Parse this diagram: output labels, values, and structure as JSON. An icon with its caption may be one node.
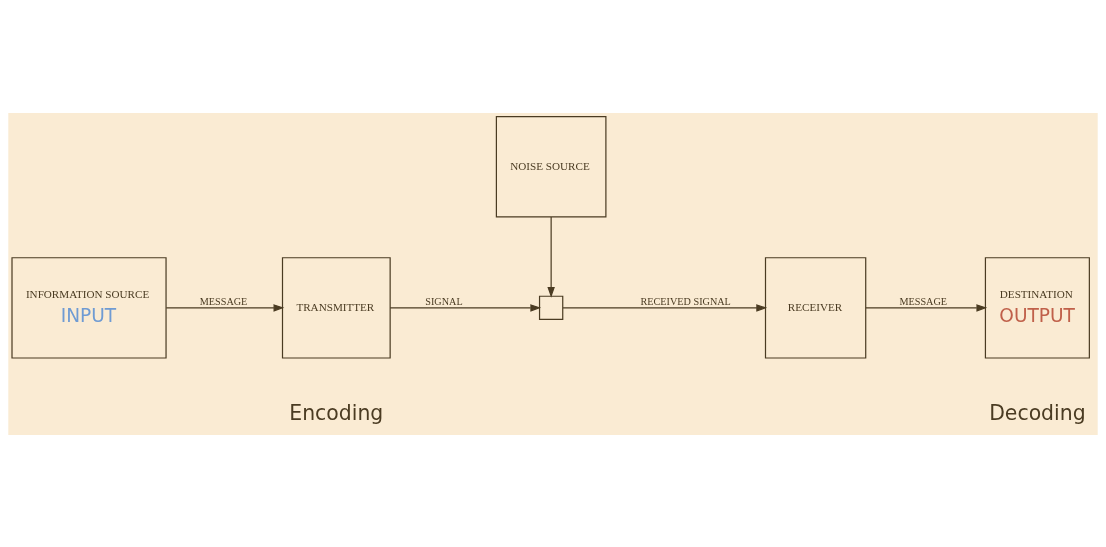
{
  "diagram": {
    "nodes": [
      {
        "text": [
          "INFORMATION SOURCE",
          "INPUT"
        ]
      },
      {
        "text": [
          "TRANSMITTER"
        ]
      },
      {
        "text": [],
        "shape": "box"
      },
      {
        "text": [
          "RECEIVER"
        ]
      },
      {
        "text": [
          "DESTINATION",
          "OUTPUT"
        ]
      },
      {
        "text": [
          "NOISE SOURCE"
        ]
      }
    ],
    "edges": [
      {
        "from": 0,
        "to": 1,
        "arrow": "to",
        "label": "MESSAGE"
      },
      {
        "from": 1,
        "to": 2,
        "arrow": "to",
        "label": "SIGNAL"
      },
      {
        "from": 2,
        "to": 3,
        "arrow": "to",
        "label": "RECEIVED SIGNAL"
      },
      {
        "from": 3,
        "to": 4,
        "arrow": "to",
        "label": "MESSAGE"
      },
      {
        "from": 5,
        "to": 2,
        "arrow": "to"
      }
    ],
    "labels": [
      "Encoding",
      "Decoding"
    ]
  }
}
